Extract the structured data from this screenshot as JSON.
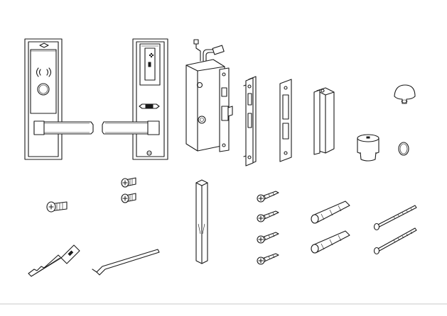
{
  "diagram": {
    "parts": [
      {
        "id": "front-handle-panel",
        "icon": "front-lock-panel"
      },
      {
        "id": "back-handle-panel",
        "icon": "back-lock-panel"
      },
      {
        "id": "mortise-lock-body",
        "icon": "mortise-lock"
      },
      {
        "id": "faceplate",
        "icon": "faceplate"
      },
      {
        "id": "strike-plate",
        "icon": "strike-plate"
      },
      {
        "id": "strike-box",
        "icon": "strike-box"
      },
      {
        "id": "door-stop-knob",
        "icon": "mushroom-knob"
      },
      {
        "id": "cylinder-cap",
        "icon": "cylinder-cap"
      },
      {
        "id": "o-ring",
        "icon": "ring"
      },
      {
        "id": "phillips-screw",
        "icon": "flat-head-screw"
      },
      {
        "id": "short-screws",
        "icon": "short-screw-pair"
      },
      {
        "id": "spindle",
        "icon": "square-spindle"
      },
      {
        "id": "wood-screws",
        "icon": "wood-screw-set"
      },
      {
        "id": "wall-anchors",
        "icon": "plastic-anchor-pair"
      },
      {
        "id": "long-bolts",
        "icon": "long-bolt-pair"
      },
      {
        "id": "mechanical-key",
        "icon": "key"
      },
      {
        "id": "hex-wrench",
        "icon": "allen-key"
      }
    ],
    "colors": {
      "line": "#1a1a1a",
      "background": "#ffffff",
      "footer_rule": "#c8c8c8"
    }
  }
}
